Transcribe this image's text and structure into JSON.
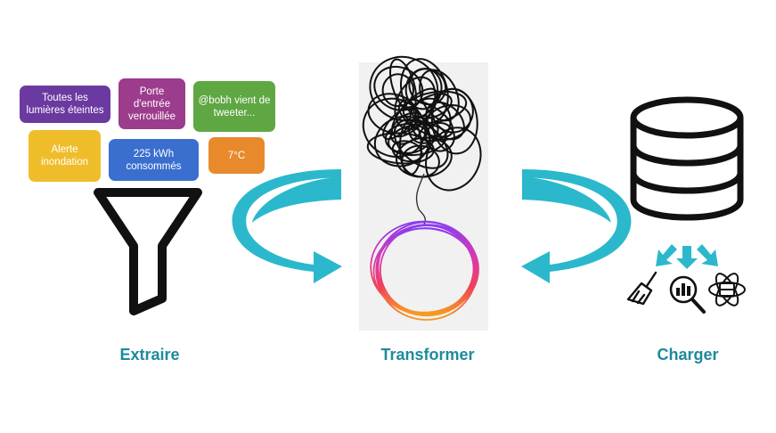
{
  "tags": [
    {
      "id": "lights",
      "text": "Toutes les lumières éteintes",
      "color": "#6b3aa0"
    },
    {
      "id": "door",
      "text": "Porte d'entrée verrouillée",
      "color": "#9c3c8c"
    },
    {
      "id": "tweet",
      "text": "@bobh vient de tweeter...",
      "color": "#5fa743"
    },
    {
      "id": "flood",
      "text": "Alerte inondation",
      "color": "#f0bd2a"
    },
    {
      "id": "kwh",
      "text": "225 kWh consommés",
      "color": "#3a6fcf"
    },
    {
      "id": "temp",
      "text": "7°C",
      "color": "#e88a2c"
    }
  ],
  "stages": {
    "extract": "Extraire",
    "transform": "Transformer",
    "load": "Charger"
  },
  "icons": [
    "funnel-icon",
    "tangled-line-icon",
    "circle-loop-icon",
    "database-icon",
    "broom-icon",
    "chart-search-icon",
    "atom-icon"
  ],
  "colors": {
    "arrow": "#2bb8cc",
    "label": "#1e8a9c",
    "ink": "#111111"
  }
}
